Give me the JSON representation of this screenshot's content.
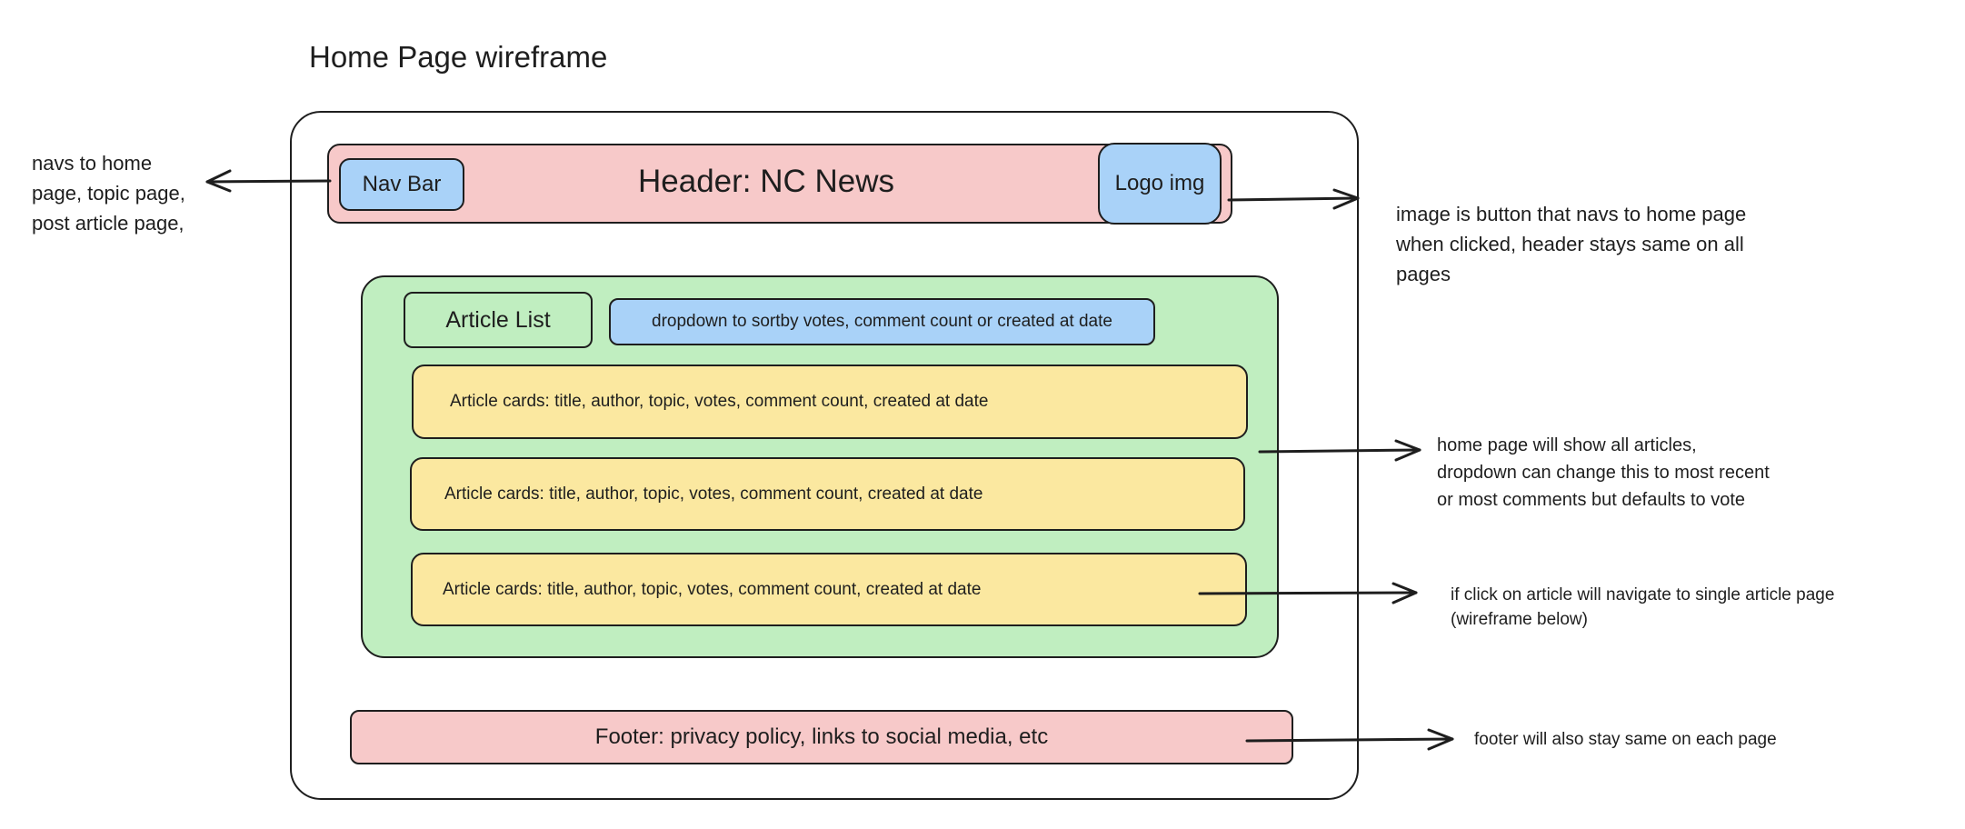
{
  "title": "Home Page wireframe",
  "header": {
    "nav_label": "Nav Bar",
    "title": "Header: NC News",
    "logo_label": "Logo img"
  },
  "main": {
    "list_label": "Article List",
    "dropdown_label": "dropdown to sortby votes, comment count or created at date",
    "cards": [
      "Article cards: title, author, topic, votes, comment count, created at date",
      "Article cards: title, author, topic, votes, comment count, created at date",
      "Article cards: title, author, topic, votes, comment count, created at date"
    ]
  },
  "footer": {
    "label": "Footer: privacy policy, links to social media, etc"
  },
  "notes": {
    "nav": [
      "navs to home",
      "page, topic page,",
      "post article page,"
    ],
    "logo": [
      "image is button that navs to home page",
      "when clicked, header stays same on all",
      "pages"
    ],
    "list": [
      "home page will show all articles,",
      "dropdown can change this to most recent",
      "or most comments but defaults to vote"
    ],
    "card": [
      "if click on article will navigate to single article page",
      "(wireframe below)"
    ],
    "footer": [
      "footer will also stay same on each page"
    ]
  },
  "colors": {
    "red": "#f7c9c9",
    "blue": "#a9d2f8",
    "green": "#c0eec0",
    "yellow": "#fbe8a0",
    "ink": "#1e1e1e"
  }
}
